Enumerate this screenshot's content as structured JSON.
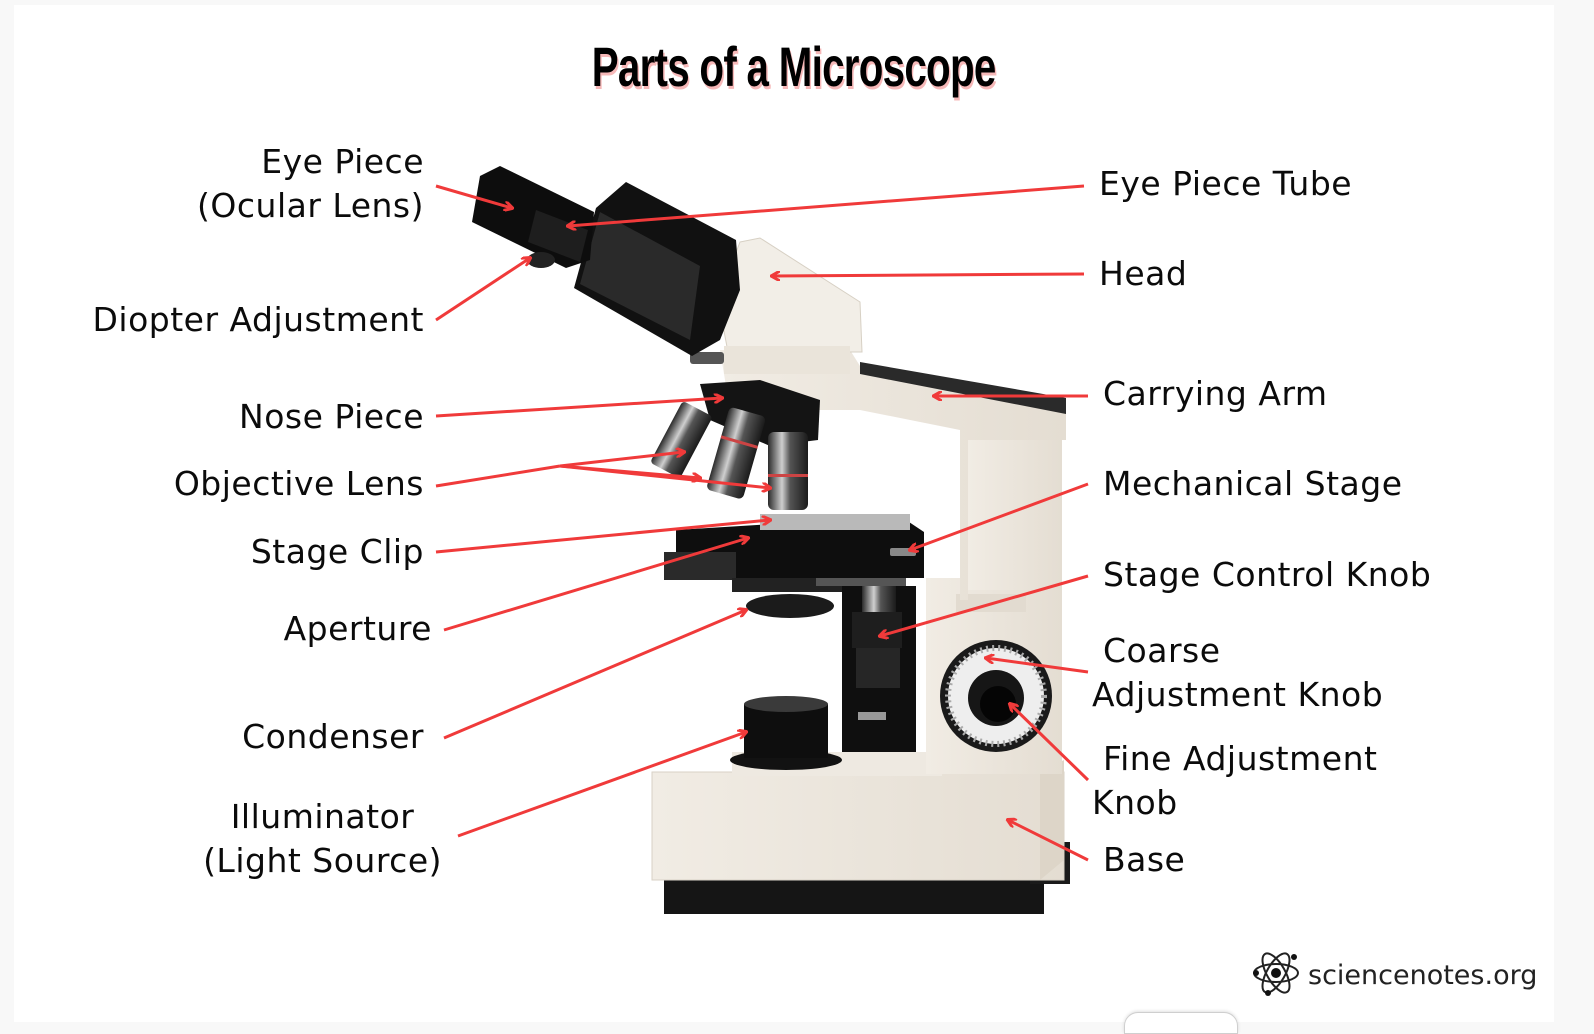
{
  "title": "Parts of a Microscope",
  "colors": {
    "arrow": "#f03a3a",
    "text": "#0b0b0b",
    "body_cream": "#ece6dc",
    "body_black": "#141414",
    "page_bg": "#f8f8f8",
    "card_bg": "#ffffff"
  },
  "labels_left": [
    {
      "id": "eye-piece",
      "lines": [
        "Eye Piece",
        "(Ocular Lens)"
      ]
    },
    {
      "id": "diopter-adjustment",
      "lines": [
        "Diopter Adjustment"
      ]
    },
    {
      "id": "nose-piece",
      "lines": [
        "Nose Piece"
      ]
    },
    {
      "id": "objective-lens",
      "lines": [
        "Objective Lens"
      ]
    },
    {
      "id": "stage-clip",
      "lines": [
        "Stage Clip"
      ]
    },
    {
      "id": "aperture",
      "lines": [
        "Aperture"
      ]
    },
    {
      "id": "condenser",
      "lines": [
        "Condenser"
      ]
    },
    {
      "id": "illuminator",
      "lines": [
        "Illuminator",
        "(Light Source)"
      ]
    }
  ],
  "labels_right": [
    {
      "id": "eye-piece-tube",
      "lines": [
        "Eye Piece Tube"
      ]
    },
    {
      "id": "head",
      "lines": [
        "Head"
      ]
    },
    {
      "id": "carrying-arm",
      "lines": [
        "Carrying Arm"
      ]
    },
    {
      "id": "mechanical-stage",
      "lines": [
        "Mechanical Stage"
      ]
    },
    {
      "id": "stage-control-knob",
      "lines": [
        "Stage Control Knob"
      ]
    },
    {
      "id": "coarse-adjustment-knob",
      "lines": [
        "Coarse",
        "Adjustment Knob"
      ]
    },
    {
      "id": "fine-adjustment-knob",
      "lines": [
        "Fine Adjustment",
        "Knob"
      ]
    },
    {
      "id": "base",
      "lines": [
        "Base"
      ]
    }
  ],
  "footer": {
    "logo_icon": "atom-icon",
    "logo_text": "sciencenotes.org"
  }
}
